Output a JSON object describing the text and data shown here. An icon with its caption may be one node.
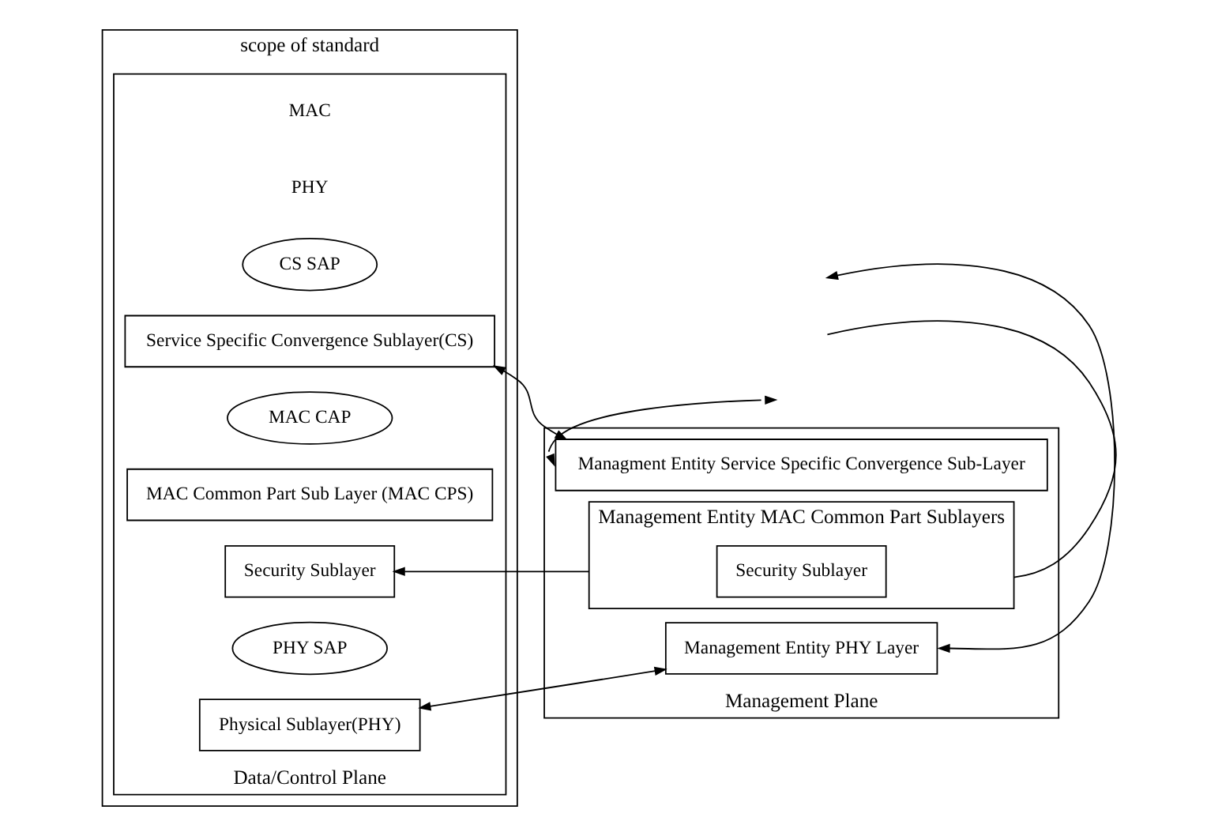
{
  "diagram": {
    "nodes": [
      {
        "text": [
          "scope of standard"
        ]
      },
      {
        "text": [
          "Data/Control Plane"
        ],
        "in": 0
      },
      {
        "text": [
          "CS SAP"
        ],
        "in": 1
      },
      {
        "text": [
          "Service Specific Convergence Sublayer(CS)"
        ],
        "in": 1
      },
      {
        "text": [
          "MAC CAP"
        ],
        "in": 1
      },
      {
        "text": [
          "MAC Common Part Sub Layer (MAC CPS)"
        ],
        "in": 1
      },
      {
        "text": [
          "Security Sublayer"
        ],
        "in": 1
      },
      {
        "text": [
          "PHY SAP"
        ],
        "in": 1
      },
      {
        "text": [
          "Physical Sublayer(PHY)"
        ],
        "in": 1
      },
      {
        "text": [
          "Management Plane"
        ]
      },
      {
        "text": [
          "Managment Entity Service Specific Convergence Sub-Layer"
        ],
        "in": 9
      },
      {
        "text": [
          "Management Entity MAC Common Part Sublayers"
        ],
        "in": 9
      },
      {
        "text": [
          "Security Sublayer"
        ],
        "in": 11
      },
      {
        "text": [
          "Management Entity PHY Layer"
        ],
        "in": 9
      }
    ],
    "edges": [
      {
        "from": 10,
        "to": 3,
        "arrow": "both"
      },
      {
        "from": 11,
        "to": 6,
        "arrow": "to"
      },
      {
        "from": 13,
        "to": 8,
        "arrow": "both"
      },
      {
        "from": 10,
        "to": null,
        "arrow": "both"
      },
      {
        "from": 11,
        "to": null,
        "arrow": "none"
      },
      {
        "from": 13,
        "to": null,
        "arrow": "both"
      }
    ],
    "labels": [
      "MAC",
      "PHY"
    ]
  }
}
